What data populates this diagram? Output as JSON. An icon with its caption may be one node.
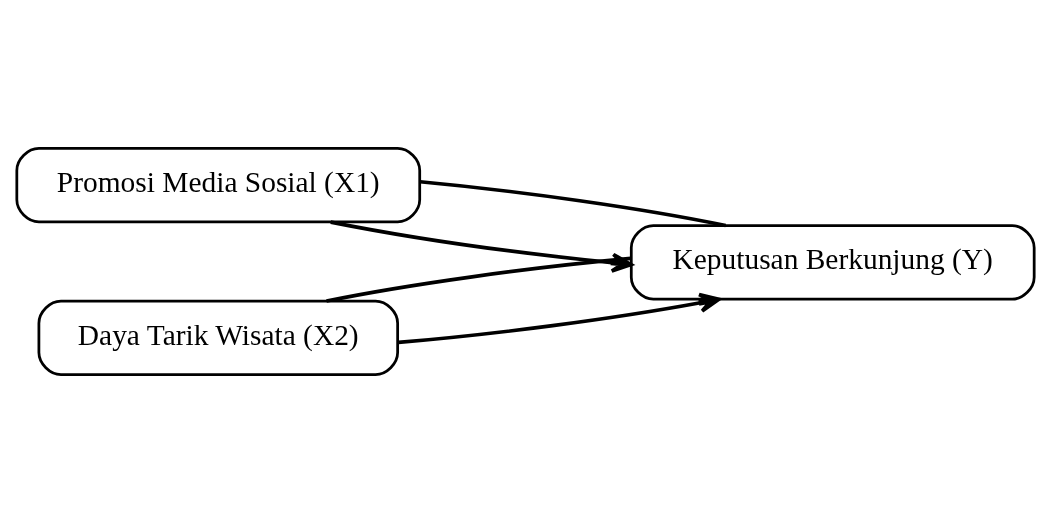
{
  "diagram": {
    "nodes": [
      {
        "text": [
          "Promosi Media Sosial (X1)"
        ]
      },
      {
        "text": [
          "Daya Tarik Wisata (X2)"
        ]
      },
      {
        "text": [
          "Keputusan Berkunjung (Y)"
        ]
      }
    ],
    "edges": [
      {
        "from": 0,
        "to": 2,
        "arrow": "to"
      },
      {
        "from": 1,
        "to": 2,
        "arrow": "to"
      },
      {
        "from": 0,
        "to": 2,
        "arrow": "none"
      },
      {
        "from": 1,
        "to": 2,
        "arrow": "none"
      }
    ]
  }
}
